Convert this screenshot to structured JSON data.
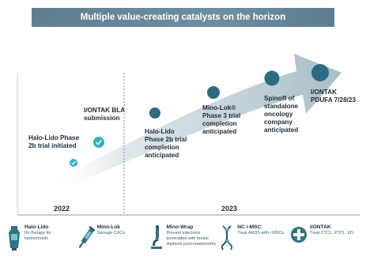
{
  "banner": {
    "title": "Multiple value-creating catalysts on the horizon"
  },
  "timeline": {
    "years": [
      "2022",
      "2023"
    ],
    "milestones": [
      {
        "text": "Halo-Lido Phase 2b trial initiated",
        "status": "complete"
      },
      {
        "text": "I/ONTAK BLA submission",
        "status": "complete"
      },
      {
        "text": "Halo-Lido Phase 2b trial completion anticipated",
        "status": "upcoming"
      },
      {
        "text": "Mino-Lok® Phase 3 trial completion anticipated",
        "status": "upcoming"
      },
      {
        "text": "Spinoff of standalone oncology company anticipated",
        "status": "upcoming"
      },
      {
        "text": "I/ONTAK PDUFA 7/28/23",
        "status": "upcoming"
      }
    ]
  },
  "products": [
    {
      "name": "Halo-Lido",
      "desc": "Rx therapy for hemorrhoids",
      "icon": "ointment-tube-icon"
    },
    {
      "name": "Mino-Lok",
      "desc": "Salvage CVCs",
      "icon": "syringe-icon"
    },
    {
      "name": "Mino-Wrap",
      "desc": "Prevent infections associated with breast implants post-mastectomy",
      "icon": "microscope-icon"
    },
    {
      "name": "NC i-MSC",
      "desc": "Treat ARDS with i-MSCs",
      "icon": "dna-icon"
    },
    {
      "name": "I/ONTAK",
      "desc": "Treat CTCL, PTCL, I/O",
      "icon": "medical-cross-icon"
    }
  ],
  "colors": {
    "banner": "#6a8a9c",
    "arrow": "#c9d7dd",
    "dot": "#2d6b82",
    "check": "#2bb7b8"
  }
}
